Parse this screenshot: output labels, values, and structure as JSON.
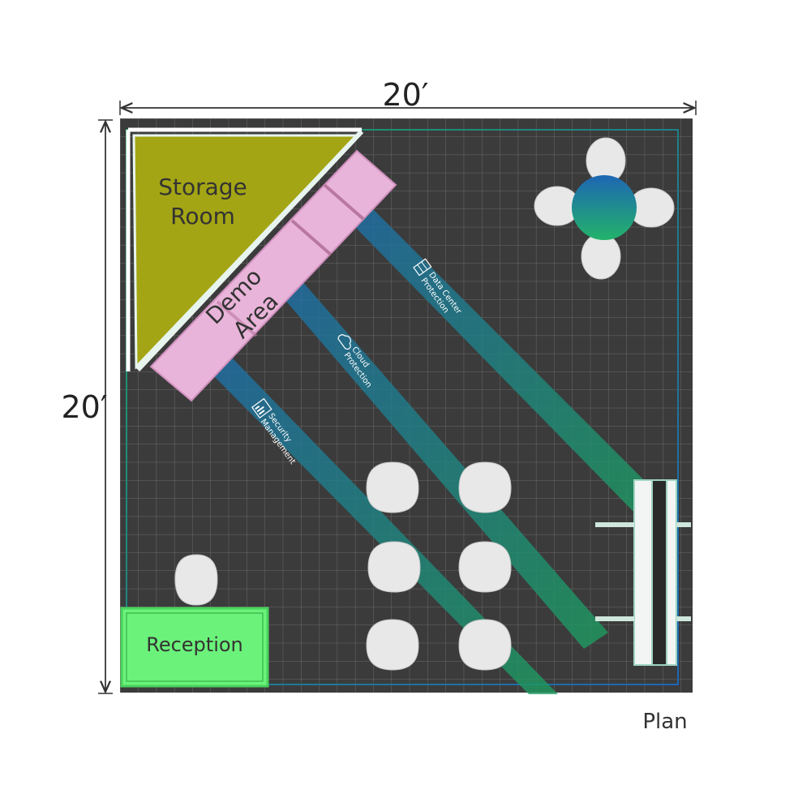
{
  "dimensions": {
    "width_label": "20′",
    "height_label": "20′"
  },
  "caption": "Plan",
  "zones": {
    "storage": {
      "line1": "Storage",
      "line2": "Room",
      "color": "#a4a514"
    },
    "demo": {
      "line1": "Demo",
      "line2": "Area",
      "color": "#e9b4d9"
    },
    "reception": {
      "label": "Reception",
      "color": "#6bf27a"
    }
  },
  "stripes": {
    "data_center": {
      "line1": "Data Center",
      "line2": "Protection",
      "icon": "server-icon"
    },
    "cloud": {
      "line1": "Cloud",
      "line2": "Protection",
      "icon": "cloud-shield-icon"
    },
    "security": {
      "line1": "Security",
      "line2": "Management",
      "icon": "chart-icon"
    }
  },
  "colors": {
    "floor": "#3b3b3b",
    "grid": "#6a6a6a",
    "stripe_blue": "#1f6fa8",
    "stripe_green": "#1f9c5e",
    "table_gradient_start": "#1d66b4",
    "table_gradient_end": "#23b36a",
    "chair": "#e8e8e8"
  }
}
